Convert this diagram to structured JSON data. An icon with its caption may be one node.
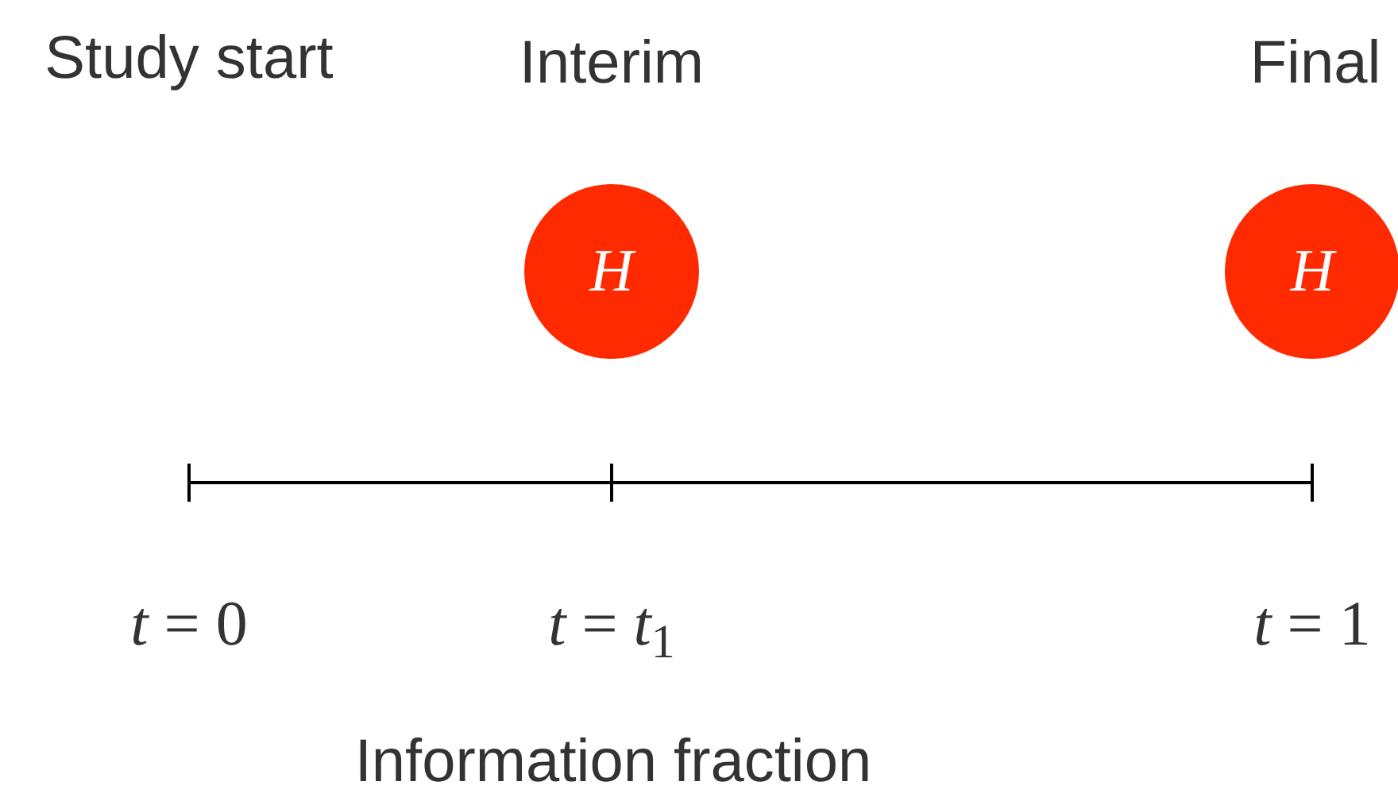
{
  "diagram": {
    "nodes": [
      {
        "text": [
          "H"
        ]
      },
      {
        "text": [
          "H"
        ]
      }
    ],
    "labels": [
      "Study start",
      "Interim",
      "Final",
      "*t* = 0",
      "*t* = *t*$_{1}$",
      "*t* = 1",
      "Information fraction"
    ]
  }
}
